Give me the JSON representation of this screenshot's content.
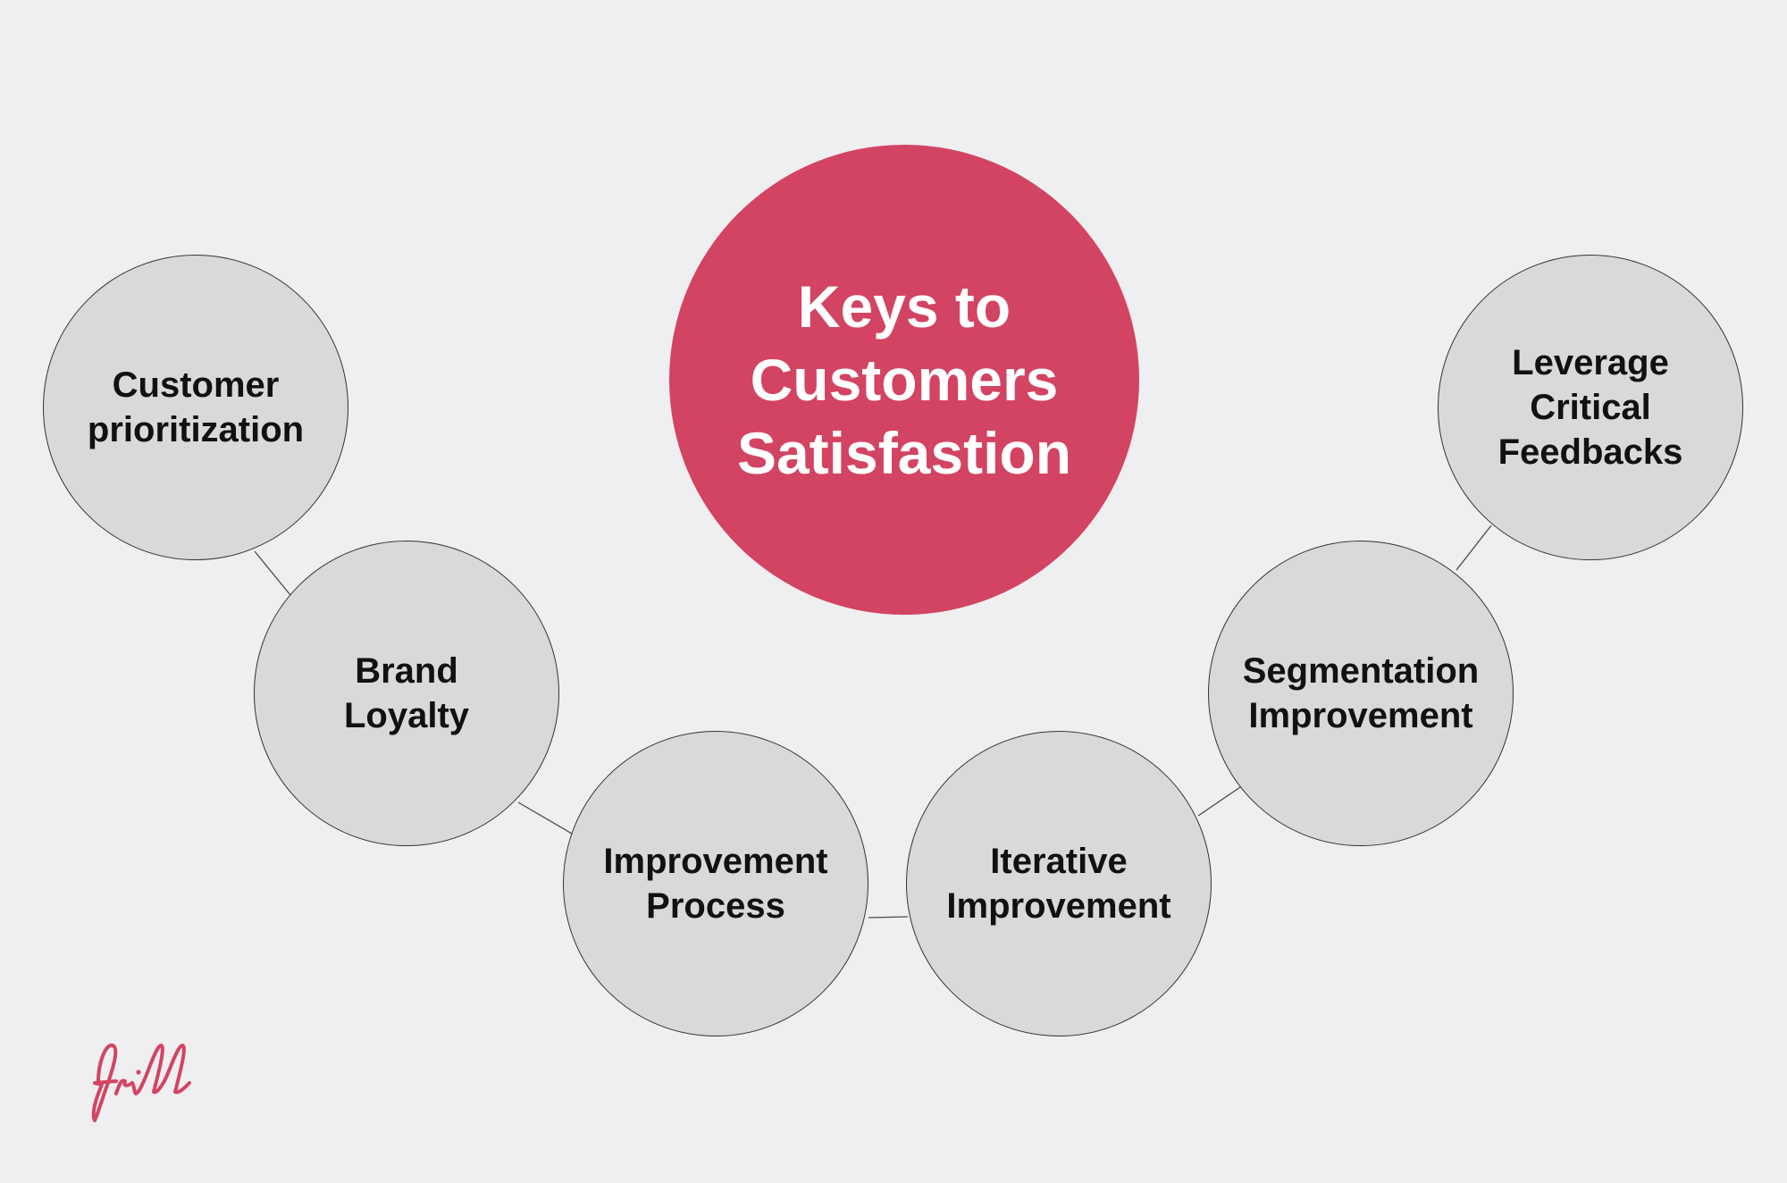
{
  "title": "Keys to\nCustomers\nSatisfastion",
  "nodes": [
    {
      "label": "Customer\nprioritization"
    },
    {
      "label": "Brand\nLoyalty"
    },
    {
      "label": "Improvement\nProcess"
    },
    {
      "label": "Iterative\nImprovement"
    },
    {
      "label": "Segmentation\nImprovement"
    },
    {
      "label": "Leverage\nCritical\nFeedbacks"
    }
  ],
  "logo": {
    "text": "frill"
  },
  "colors": {
    "background": "#efeef0",
    "accent": "#d34462",
    "node_fill": "#d9d9d9",
    "node_border": "#333333",
    "text_dark": "#111111",
    "text_light": "#ffffff"
  }
}
